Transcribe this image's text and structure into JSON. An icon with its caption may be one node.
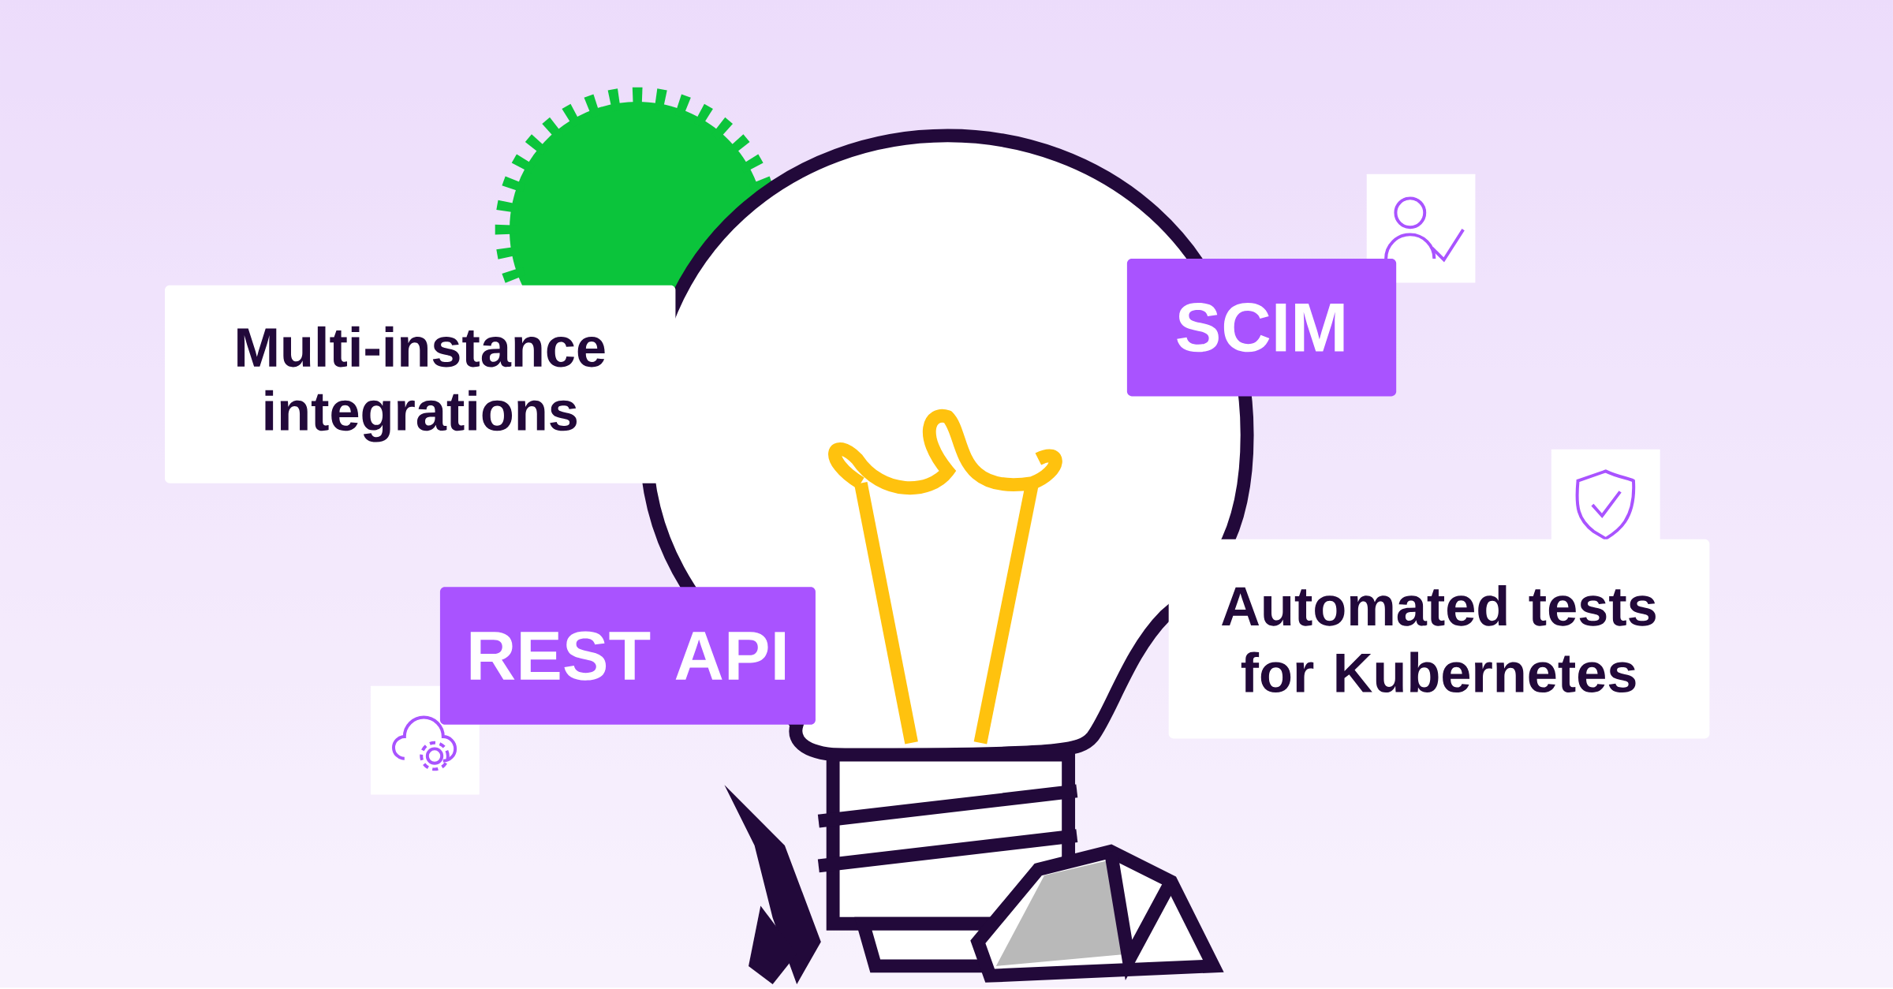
{
  "diagram": {
    "nodes": [
      {
        "text": [
          "Multi-instance integrations"
        ]
      },
      {
        "text": [
          "SCIM"
        ]
      },
      {
        "text": [
          "REST API"
        ]
      },
      {
        "text": [
          "Automated tests for Kubernetes"
        ]
      }
    ]
  }
}
